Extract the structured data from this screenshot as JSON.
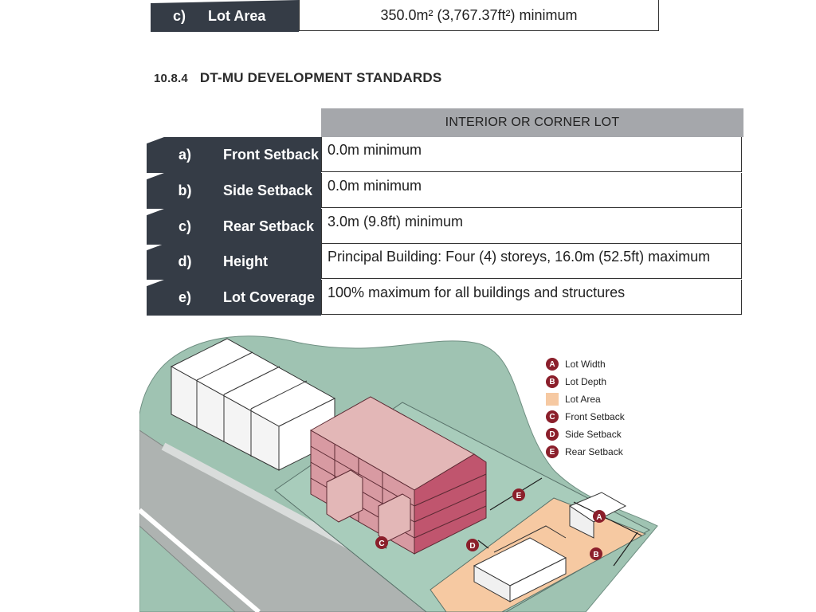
{
  "top_row": {
    "letter": "c)",
    "label": "Lot Area",
    "value": "350.0m² (3,767.37ft²) minimum"
  },
  "section": {
    "number": "10.8.4",
    "title": "DT-MU DEVELOPMENT STANDARDS"
  },
  "table": {
    "column_header": "INTERIOR OR CORNER LOT",
    "rows": [
      {
        "letter": "a)",
        "label": "Front Setback",
        "value": "0.0m minimum"
      },
      {
        "letter": "b)",
        "label": "Side Setback",
        "value": "0.0m minimum"
      },
      {
        "letter": "c)",
        "label": "Rear Setback",
        "value": "3.0m (9.8ft) minimum"
      },
      {
        "letter": "d)",
        "label": "Height",
        "value": "Principal Building:  Four (4) storeys, 16.0m (52.5ft) maximum"
      },
      {
        "letter": "e)",
        "label": "Lot Coverage",
        "value": "100% maximum for all buildings and structures"
      }
    ]
  },
  "legend": [
    {
      "marker": "A",
      "label": "Lot Width"
    },
    {
      "marker": "B",
      "label": "Lot Depth"
    },
    {
      "marker": "",
      "label": "Lot Area"
    },
    {
      "marker": "C",
      "label": "Front Setback"
    },
    {
      "marker": "D",
      "label": "Side Setback"
    },
    {
      "marker": "E",
      "label": "Rear Setback"
    }
  ],
  "diagram_markers": {
    "a": "A",
    "b": "B",
    "c": "C",
    "d": "D",
    "e": "E"
  },
  "colors": {
    "label_bg": "#353c46",
    "header_bg": "#a5a7ab",
    "marker": "#8b1f2b",
    "lot_area": "#f6c9a2",
    "green_space": "#9fc3b2",
    "building": "#e3b7b7",
    "building_dark": "#c0556e"
  }
}
